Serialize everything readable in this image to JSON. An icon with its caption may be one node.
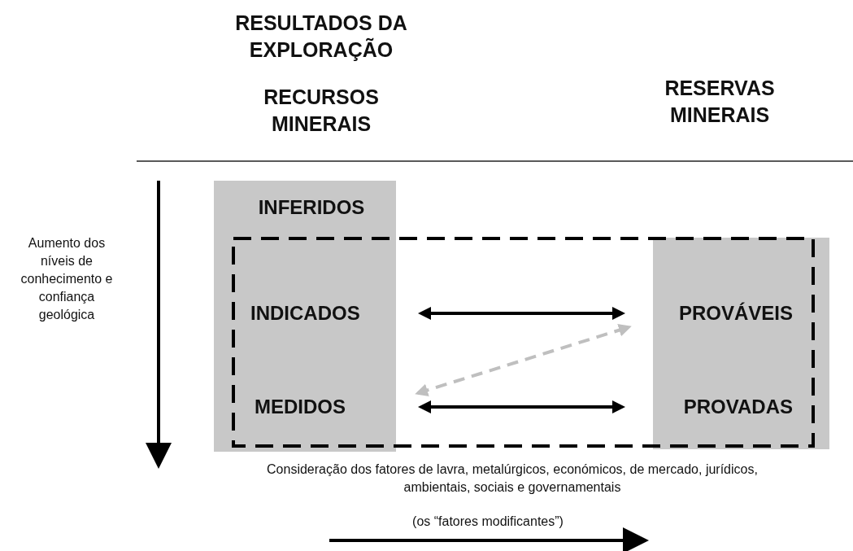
{
  "diagram": {
    "nodes": [
      {
        "text": [],
        "shape": "box"
      },
      {
        "text": [
          "INFERIDOS"
        ],
        "in": 0
      },
      {
        "text": [
          "INDICADOS"
        ],
        "in": 0
      },
      {
        "text": [
          "MEDIDOS"
        ],
        "in": 0
      },
      {
        "text": [],
        "shape": "box"
      },
      {
        "text": [
          "PROVÁVEIS"
        ],
        "in": 4
      },
      {
        "text": [
          "PROVADAS"
        ],
        "in": 4
      }
    ],
    "edges": [
      {
        "from": 2,
        "to": 5,
        "arrow": "both"
      },
      {
        "from": 3,
        "to": 5,
        "arrow": "both",
        "style": "dashed",
        "color": "#bfbfbf"
      },
      {
        "from": 3,
        "to": 6,
        "arrow": "both"
      }
    ],
    "labels": [
      "RESULTADOS DA EXPLORAÇÃO",
      "RECURSOS MINERAIS",
      "RESERVAS MINERAIS",
      "Aumento dos níveis de conhecimento e confiança geológica",
      "Consideração dos fatores de lavra, metalúrgicos, económicos, de mercado, jurídicos, ambientais, sociais e governamentais",
      "(os “fatores modificantes”)"
    ]
  }
}
